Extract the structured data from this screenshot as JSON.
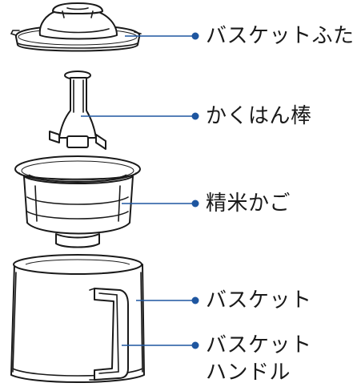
{
  "labels": {
    "basket_lid": "バスケットふた",
    "stirring_rod": "かくはん棒",
    "polishing_basket": "精米かご",
    "basket": "バスケット",
    "basket_handle_line1": "バスケット",
    "basket_handle_line2": "ハンドル"
  },
  "colors": {
    "leader": "#1e56a0",
    "outline": "#1a1a1a",
    "background": "#ffffff"
  }
}
